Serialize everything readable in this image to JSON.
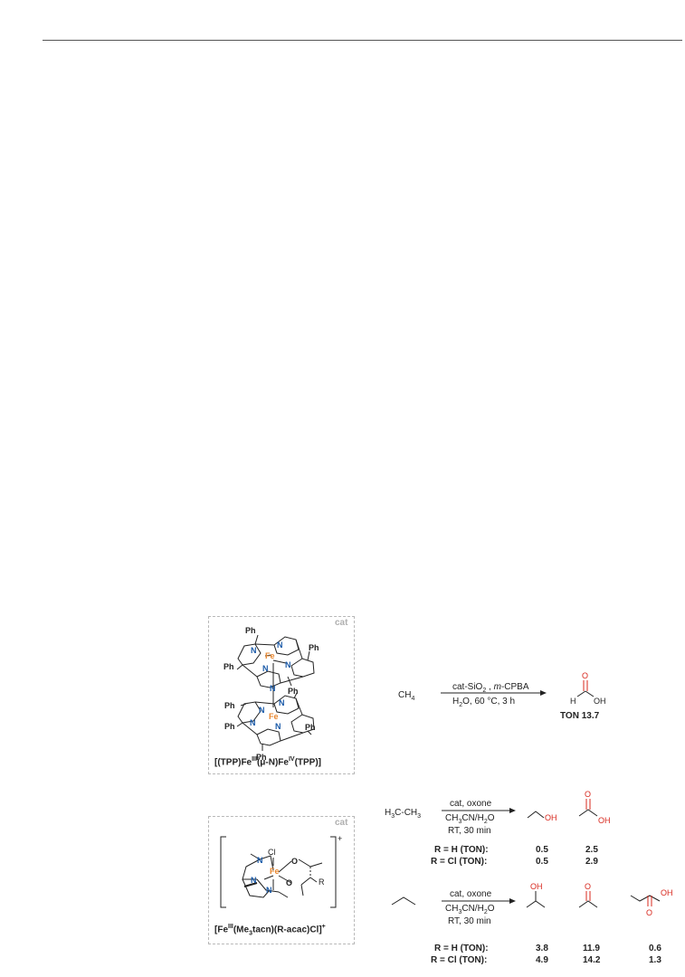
{
  "cat_tag": "cat",
  "catalyst1": {
    "ph_label": "Ph",
    "n_label": "N",
    "fe_label": "Fe",
    "caption": {
      "pre": "[(TPP)Fe",
      "ox1": "III",
      "mid": "(μ-N)Fe",
      "ox2": "IV",
      "post": "(TPP)]"
    }
  },
  "catalyst2": {
    "cl_label": "Cl",
    "o_label": "O",
    "r_label": "R",
    "charge": "+",
    "caption": {
      "pre": "[Fe",
      "ox": "III",
      "mid": "(Me",
      "sub": "3",
      "post": "tacn)(R-acac)Cl]",
      "sup": "+"
    }
  },
  "reaction1": {
    "substrate": "CH",
    "substrate_sub": "4",
    "above_a": "cat-SiO",
    "above_sub": "2",
    "above_b": " , ",
    "above_it": "m",
    "above_c": "-CPBA",
    "below_a": "H",
    "below_sub": "2",
    "below_b": "O, 60 °C, 3 h",
    "product_h": "H",
    "product_o": "O",
    "product_oh": "OH",
    "ton": "TON 13.7"
  },
  "reaction2": {
    "substrate_a": "H",
    "substrate_sub1": "3",
    "substrate_b": "C-CH",
    "substrate_sub2": "3",
    "above": "cat, oxone",
    "below1_a": "CH",
    "below1_sub": "3",
    "below1_b": "CN/H",
    "below1_sub2": "2",
    "below1_c": "O",
    "below2": "RT, 30 min",
    "oh": "OH",
    "o": "O",
    "rows": [
      {
        "label": "R = H (TON):",
        "values": [
          "0.5",
          "2.5"
        ]
      },
      {
        "label": "R = Cl (TON):",
        "values": [
          "0.5",
          "2.9"
        ]
      }
    ]
  },
  "reaction3": {
    "above": "cat, oxone",
    "below1_a": "CH",
    "below1_sub": "3",
    "below1_b": "CN/H",
    "below1_sub2": "2",
    "below1_c": "O",
    "below2": "RT, 30 min",
    "oh": "OH",
    "o": "O",
    "rows": [
      {
        "label": "R = H (TON):",
        "values": [
          "3.8",
          "11.9",
          "0.6"
        ]
      },
      {
        "label": "R = Cl (TON):",
        "values": [
          "4.9",
          "14.2",
          "1.3"
        ]
      }
    ]
  },
  "colors": {
    "nitrogen": "#1a5aa8",
    "iron": "#e8872f",
    "oxygen": "#d8281e",
    "dashed_border": "#b8b8b8"
  }
}
